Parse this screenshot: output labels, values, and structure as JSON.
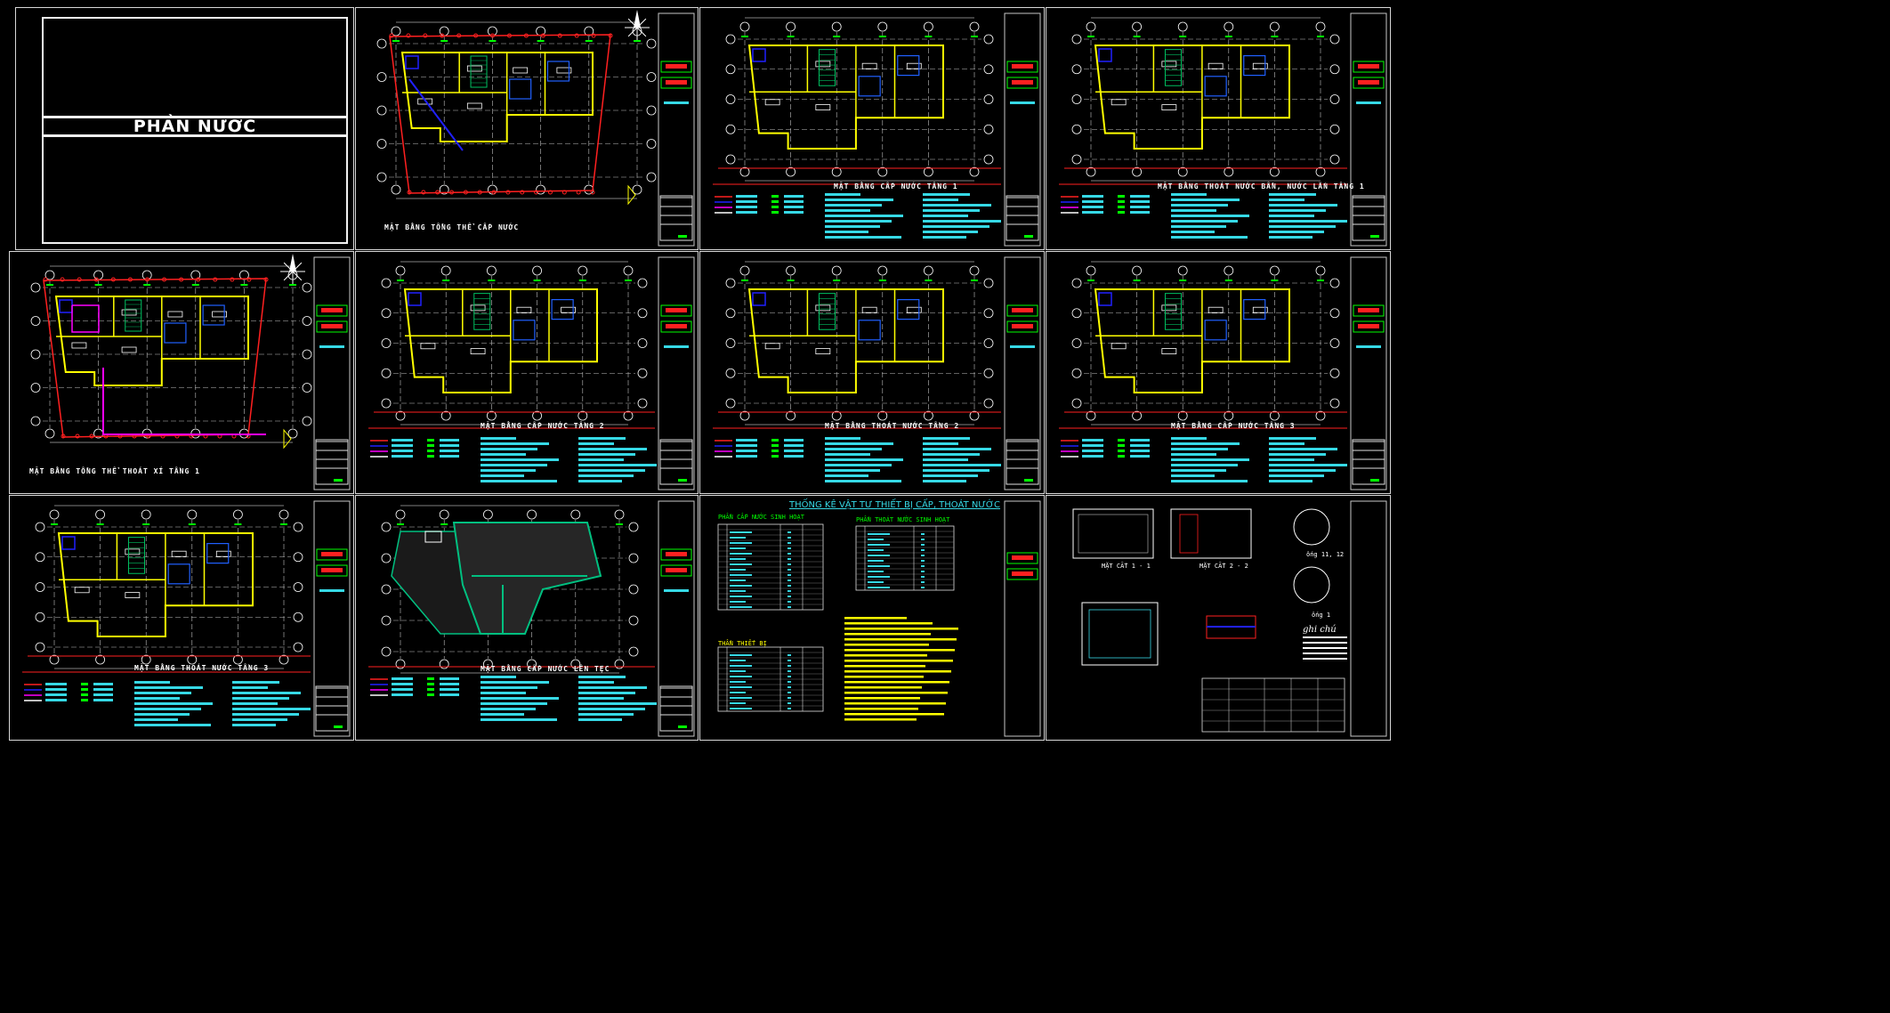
{
  "cover": {
    "title": "PHẦN NƯỚC"
  },
  "sheets": [
    {
      "id": "s2",
      "title": "MẶT BẰNG TỔNG THỂ CẤP NƯỚC"
    },
    {
      "id": "s3",
      "title": "MẶT BẰNG CẤP NƯỚC TẦNG 1"
    },
    {
      "id": "s4",
      "title": "MẶT BẰNG THOÁT NƯỚC BẨN, NƯỚC LẮN TẦNG 1"
    },
    {
      "id": "s5",
      "title": "MẶT BẰNG TỔNG THỂ THOÁT XÍ TẦNG 1"
    },
    {
      "id": "s6",
      "title": "MẶT BẰNG CẤP NƯỚC TẦNG 2"
    },
    {
      "id": "s7",
      "title": "MẶT BẰNG THOÁT NƯỚC TẦNG 2"
    },
    {
      "id": "s8",
      "title": "MẶT BẰNG CẤP NƯỚC TẦNG 3"
    },
    {
      "id": "s9",
      "title": "MẶT BẰNG THOÁT NƯỚC TẦNG 3"
    },
    {
      "id": "s10",
      "title": "MẶT BẰNG CẤP NƯỚC LÊN TẸC"
    }
  ],
  "stats": {
    "title": "THỐNG KÊ VẬT TƯ THIẾT BỊ CẤP, THOÁT NƯỚC",
    "left_table": "PHẦN CẤP NƯỚC SINH HOẠT",
    "right_table": "PHẦN THOÁT NƯỚC SINH HOẠT",
    "lower_table": "THẦN THIẾT BỊ"
  },
  "details": {
    "ghi_chu": "ghi chú",
    "section_1": "MẶT CẮT 1 - 1",
    "section_2": "MẶT CẮT 2 - 2",
    "detail_1": "ống 1",
    "detail_2": "ống 11, 12"
  },
  "colors": {
    "background": "#000000",
    "frame": "#f2f2f2",
    "wall": "#ffff00",
    "grid": "#c0c0c0",
    "dimension": "#00ff00",
    "supply": "#ff2020",
    "pipe": "#2020ff",
    "drain": "#ff00ff",
    "text": "#36d9e6"
  }
}
